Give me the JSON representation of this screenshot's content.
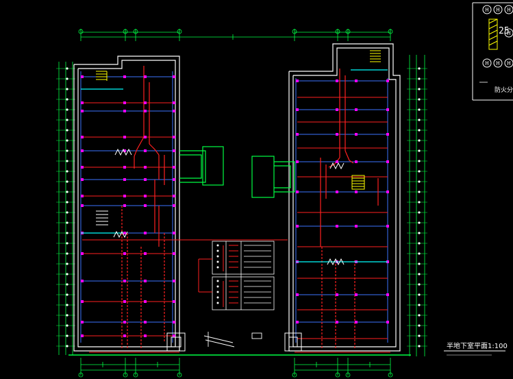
{
  "drawing": {
    "title": "半地下室平面1:100",
    "fire_zone_text": "防火分",
    "legend_number": "25",
    "legend_marks": [
      "H",
      "H",
      "H",
      "H",
      "H",
      "H",
      "H"
    ]
  },
  "colors": {
    "background": "#000000",
    "wall": "#ffffff",
    "grid_line": "#3c73ff",
    "dimension": "#00ff44",
    "pipe_red": "#ff2020",
    "device_magenta": "#ff00ff",
    "stair_yellow": "#ffff00",
    "cyan": "#00ffff"
  }
}
